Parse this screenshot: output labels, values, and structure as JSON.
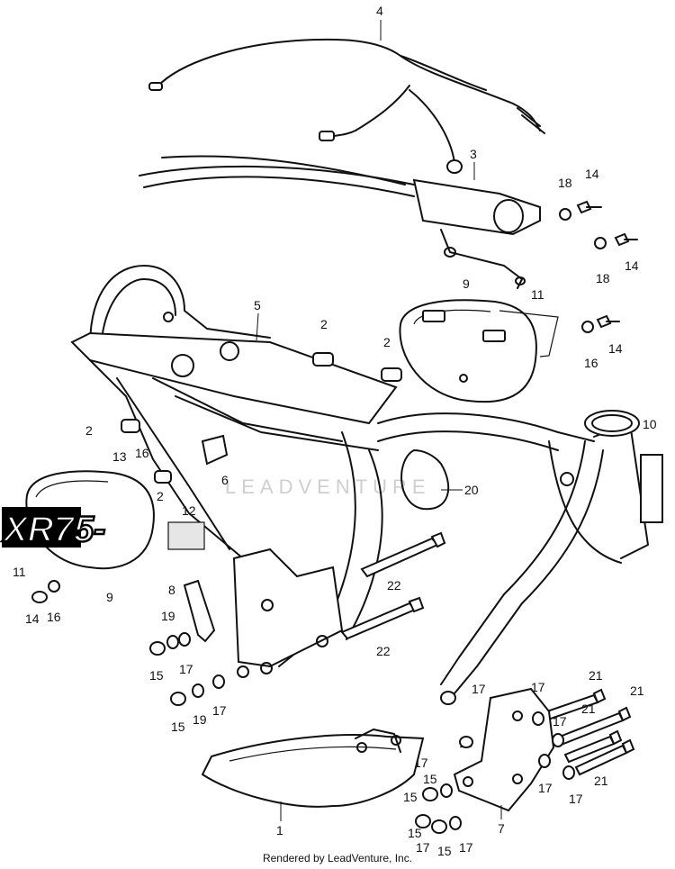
{
  "diagram": {
    "watermark": "LEADVENTURE",
    "footer": "Rendered by LeadVenture, Inc.",
    "emblem_text": "XR75-",
    "callouts": [
      {
        "id": "c4",
        "text": "4"
      },
      {
        "id": "c3",
        "text": "3"
      },
      {
        "id": "c18a",
        "text": "18"
      },
      {
        "id": "c14a",
        "text": "14"
      },
      {
        "id": "c14b",
        "text": "14"
      },
      {
        "id": "c18b",
        "text": "18"
      },
      {
        "id": "c5",
        "text": "5"
      },
      {
        "id": "c9a",
        "text": "9"
      },
      {
        "id": "c11a",
        "text": "11"
      },
      {
        "id": "c2a",
        "text": "2"
      },
      {
        "id": "c2b",
        "text": "2"
      },
      {
        "id": "c16a",
        "text": "16"
      },
      {
        "id": "c14c",
        "text": "14"
      },
      {
        "id": "c2c",
        "text": "2"
      },
      {
        "id": "c13",
        "text": "13"
      },
      {
        "id": "c16b",
        "text": "16"
      },
      {
        "id": "c2d",
        "text": "2"
      },
      {
        "id": "c6",
        "text": "6"
      },
      {
        "id": "c10",
        "text": "10"
      },
      {
        "id": "c20",
        "text": "20"
      },
      {
        "id": "c12",
        "text": "12"
      },
      {
        "id": "c11b",
        "text": "11"
      },
      {
        "id": "c9b",
        "text": "9"
      },
      {
        "id": "c14d",
        "text": "14"
      },
      {
        "id": "c16c",
        "text": "16"
      },
      {
        "id": "c22a",
        "text": "22"
      },
      {
        "id": "c8",
        "text": "8"
      },
      {
        "id": "c22b",
        "text": "22"
      },
      {
        "id": "c19a",
        "text": "19"
      },
      {
        "id": "c15a",
        "text": "15"
      },
      {
        "id": "c17a",
        "text": "17"
      },
      {
        "id": "c15b",
        "text": "15"
      },
      {
        "id": "c19b",
        "text": "19"
      },
      {
        "id": "c17b",
        "text": "17"
      },
      {
        "id": "c21a",
        "text": "21"
      },
      {
        "id": "c17c",
        "text": "17"
      },
      {
        "id": "c21b",
        "text": "21"
      },
      {
        "id": "c17d",
        "text": "17"
      },
      {
        "id": "c15c",
        "text": "15"
      },
      {
        "id": "c21c",
        "text": "21"
      },
      {
        "id": "c17e",
        "text": "17"
      },
      {
        "id": "c17f",
        "text": "17"
      },
      {
        "id": "c15d",
        "text": "15"
      },
      {
        "id": "c17g",
        "text": "17"
      },
      {
        "id": "c17h",
        "text": "17"
      },
      {
        "id": "c15e",
        "text": "15"
      },
      {
        "id": "c21d",
        "text": "21"
      },
      {
        "id": "c1",
        "text": "1"
      },
      {
        "id": "c7",
        "text": "7"
      },
      {
        "id": "c15f",
        "text": "15"
      },
      {
        "id": "c17i",
        "text": "17"
      },
      {
        "id": "c15g",
        "text": "15"
      },
      {
        "id": "c17j",
        "text": "17"
      }
    ]
  }
}
